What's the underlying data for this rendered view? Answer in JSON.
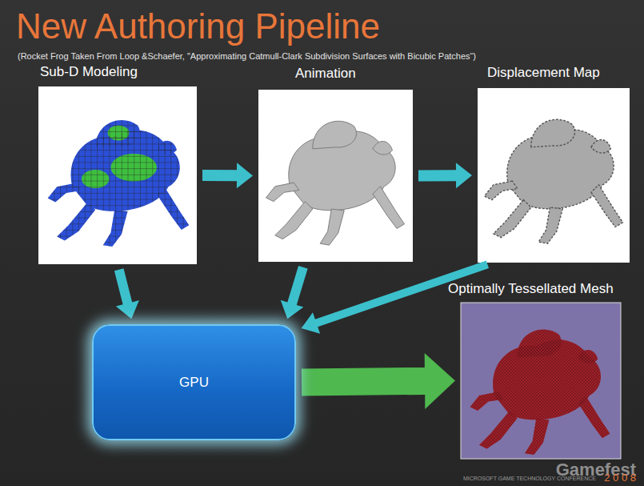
{
  "diagram": {
    "title": "New Authoring Pipeline",
    "nodes": [
      {
        "text": [
          "Sub-D Modeling"
        ]
      },
      {
        "text": [
          "Animation"
        ]
      },
      {
        "text": [
          "Displacement Map"
        ]
      },
      {
        "text": [
          "GPU"
        ]
      },
      {
        "text": [
          "Optimally Tessellated Mesh"
        ]
      }
    ],
    "edges": [
      {
        "from": 0,
        "to": 1,
        "arrow": "to"
      },
      {
        "from": 1,
        "to": 2,
        "arrow": "to"
      },
      {
        "from": 0,
        "to": 3,
        "arrow": "to"
      },
      {
        "from": 1,
        "to": 3,
        "arrow": "to"
      },
      {
        "from": 2,
        "to": 3,
        "arrow": "to"
      },
      {
        "from": 3,
        "to": 4,
        "arrow": "to"
      }
    ],
    "labels": [
      "(Rocket Frog Taken From Loop &Schaefer, \"Approximating Catmull-Clark Subdivision Surfaces with Bicubic Patches“)",
      "Gamefest",
      "MICROSOFT GAME TECHNOLOGY CONFERENCE",
      "2 0 0 8"
    ]
  }
}
